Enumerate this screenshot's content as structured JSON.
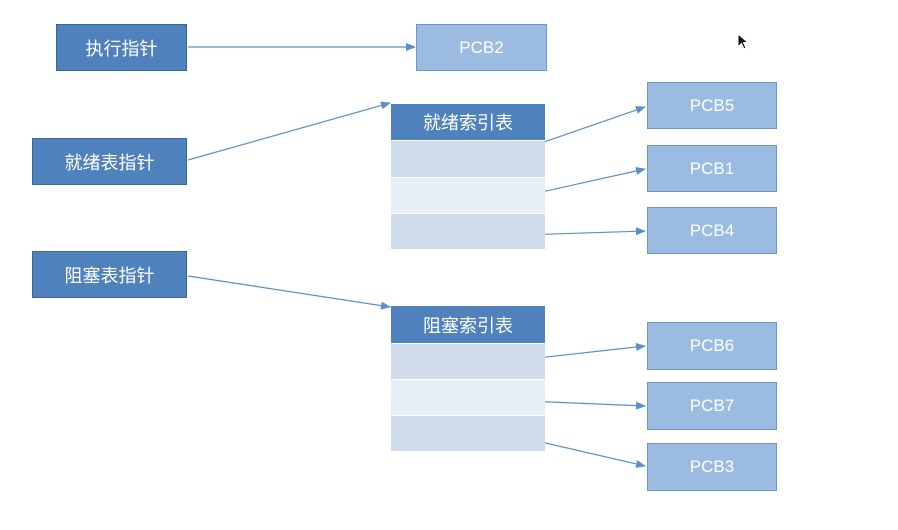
{
  "pointers": {
    "running": "执行指针",
    "ready": "就绪表指针",
    "blocked": "阻塞表指针"
  },
  "indexes": {
    "ready_title": "就绪索引表",
    "blocked_title": "阻塞索引表"
  },
  "pcbs": {
    "running": "PCB2",
    "ready": [
      "PCB5",
      "PCB1",
      "PCB4"
    ],
    "blocked": [
      "PCB6",
      "PCB7",
      "PCB3"
    ]
  },
  "colors": {
    "pointer_fill": "#4f81bd",
    "pcb_fill": "#9bbbe0",
    "row_dark": "#d0dbeb",
    "row_light": "#e8eef6",
    "arrow": "#5b8fc7"
  }
}
